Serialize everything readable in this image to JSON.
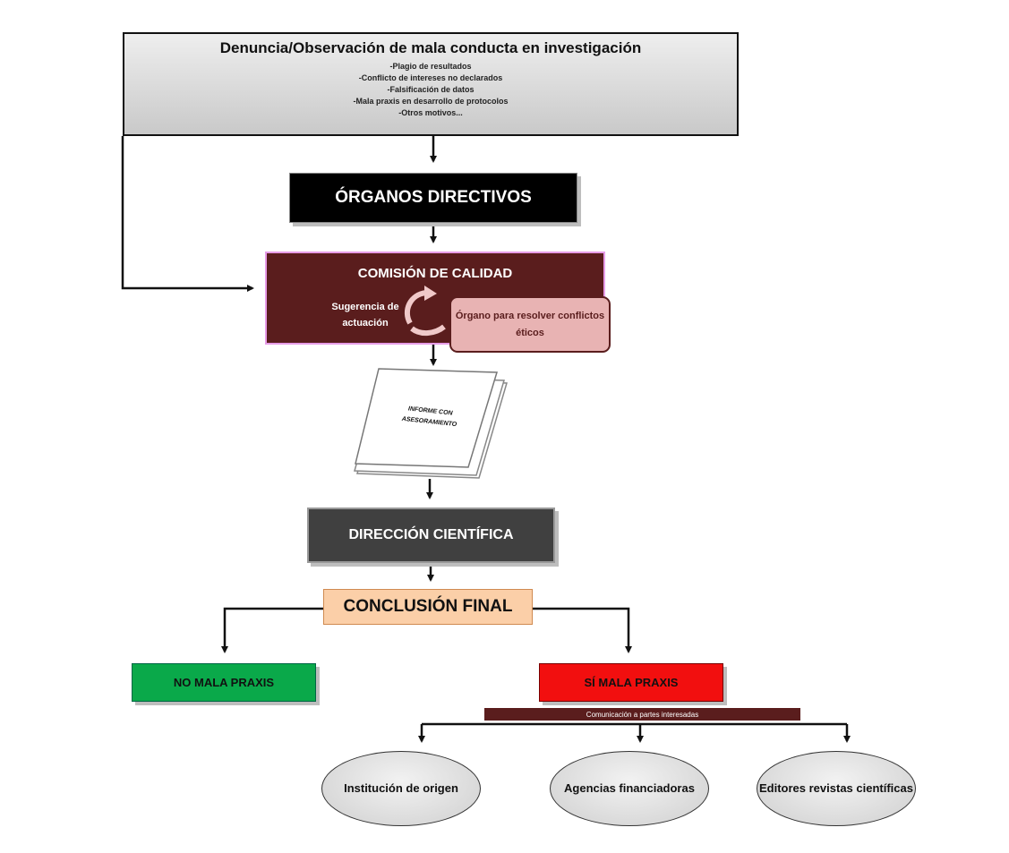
{
  "top_box": {
    "title": "Denuncia/Observación de mala conducta en investigación",
    "items": [
      "-Plagio de resultados",
      "-Conflicto de intereses no declarados",
      "-Falsificación de datos",
      "-Mala praxis en desarrollo de protocolos",
      "-Otros motivos..."
    ]
  },
  "organos_directivos": "ÓRGANOS DIRECTIVOS",
  "comision": {
    "title": "COMISIÓN DE CALIDAD",
    "sugerencia": "Sugerencia de actuación",
    "organo_etico": "Órgano para resolver conflictos éticos"
  },
  "informe": "INFORME CON ASESORAMIENTO",
  "direccion": "DIRECCIÓN CIENTÍFICA",
  "conclusion": "CONCLUSIÓN FINAL",
  "no_mala_praxis": "NO MALA PRAXIS",
  "si_mala_praxis": "SÍ MALA PRAXIS",
  "comunicacion": "Comunicación a partes interesadas",
  "destinatarios": [
    "Institución de origen",
    "Agencias financiadoras",
    "Editores revistas científicas"
  ]
}
